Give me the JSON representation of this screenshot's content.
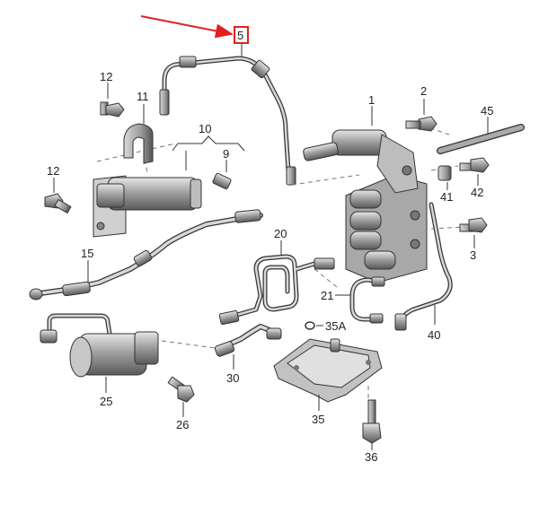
{
  "labels": {
    "p5": "5",
    "p12a": "12",
    "p11": "11",
    "p10": "10",
    "p9": "9",
    "p12b": "12",
    "p1": "1",
    "p2": "2",
    "p45": "45",
    "p41": "41",
    "p42": "42",
    "p3": "3",
    "p15": "15",
    "p20": "20",
    "p21": "21",
    "p35a": "35A",
    "p40": "40",
    "p25": "25",
    "p30": "30",
    "p35": "35",
    "p26": "26",
    "p36": "36"
  },
  "colors": {
    "highlight": "#e02020",
    "line": "#333333",
    "part_fill": "#b9b9b9",
    "part_light": "#dcdcdc"
  }
}
